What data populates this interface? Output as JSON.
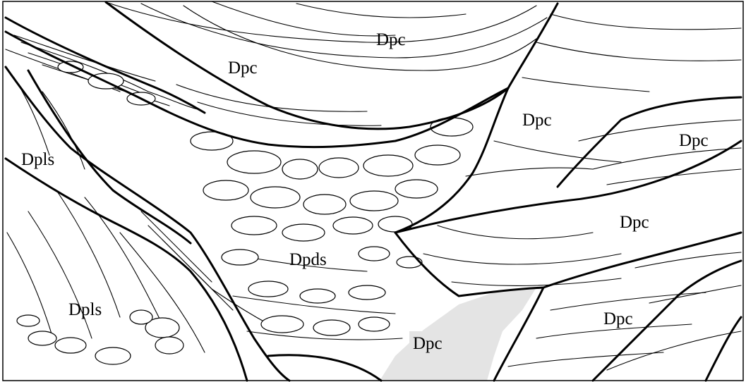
{
  "units": [
    {
      "id": "dpc-top",
      "label": "Dpc"
    },
    {
      "id": "dpc-upper-left",
      "label": "Dpc"
    },
    {
      "id": "dpc-center-right",
      "label": "Dpc"
    },
    {
      "id": "dpc-far-right",
      "label": "Dpc"
    },
    {
      "id": "dpc-right",
      "label": "Dpc"
    },
    {
      "id": "dpc-lower-right",
      "label": "Dpc"
    },
    {
      "id": "dpc-shaded",
      "label": "Dpc"
    },
    {
      "id": "dpls-upper",
      "label": "Dpls"
    },
    {
      "id": "dpls-lower",
      "label": "Dpls"
    },
    {
      "id": "dpds-center",
      "label": "Dpds"
    }
  ],
  "colors": {
    "line": "#000000",
    "shaded_unit": "#e4e4e4",
    "background": "#ffffff"
  }
}
